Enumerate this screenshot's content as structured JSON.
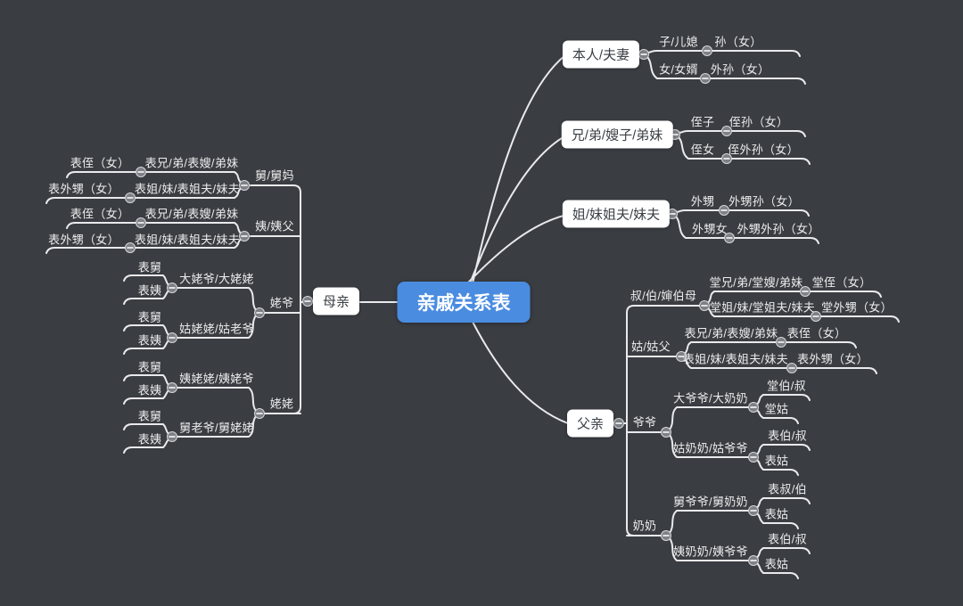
{
  "canvas": {
    "bg": "#3a3d42",
    "line_color": "#e9eaec",
    "node_bg": "#ffffff",
    "node_text": "#3c4045",
    "accent": "#4a8ce0",
    "label_text": "#eceded"
  },
  "root": {
    "label": "亲戚关系表"
  },
  "left": {
    "node": {
      "label": "母亲"
    },
    "uncle": {
      "label": "舅/舅妈",
      "rows": [
        {
          "mid": "表兄/弟/表嫂/弟妹",
          "leaf": "表侄（女）"
        },
        {
          "mid": "表姐/妹/表姐夫/妹夫",
          "leaf": "表外甥（女）"
        }
      ]
    },
    "aunt": {
      "label": "姨/姨父",
      "rows": [
        {
          "mid": "表兄/弟/表嫂/弟妹",
          "leaf": "表侄（女）"
        },
        {
          "mid": "表姐/妹/表姐夫/妹夫",
          "leaf": "表外甥（女）"
        }
      ]
    },
    "grandpa": {
      "label": "姥爷",
      "subs": [
        {
          "label": "大姥爷/大姥姥",
          "children": [
            {
              "label": "表舅"
            },
            {
              "label": "表姨"
            }
          ]
        },
        {
          "label": "姑姥姥/姑老爷",
          "children": [
            {
              "label": "表舅"
            },
            {
              "label": "表姨"
            }
          ]
        }
      ]
    },
    "grandma": {
      "label": "姥姥",
      "subs": [
        {
          "label": "姨姥姥/姨姥爷",
          "children": [
            {
              "label": "表舅"
            },
            {
              "label": "表姨"
            }
          ]
        },
        {
          "label": "舅老爷/舅姥姥",
          "children": [
            {
              "label": "表舅"
            },
            {
              "label": "表姨"
            }
          ]
        }
      ]
    }
  },
  "right": {
    "self": {
      "label": "本人/夫妻",
      "rows": [
        {
          "mid": "子/儿媳",
          "leaf": "孙（女）"
        },
        {
          "mid": "女/女婿",
          "leaf": "外孙（女）"
        }
      ]
    },
    "brother": {
      "label": "兄/弟/嫂子/弟妹",
      "rows": [
        {
          "mid": "侄子",
          "leaf": "侄孙（女）"
        },
        {
          "mid": "侄女",
          "leaf": "侄外孙（女）"
        }
      ]
    },
    "sister": {
      "label": "姐/妹姐夫/妹夫",
      "rows": [
        {
          "mid": "外甥",
          "leaf": "外甥孙（女）"
        },
        {
          "mid": "外甥女",
          "leaf": "外甥外孙（女）"
        }
      ]
    },
    "father": {
      "label": "父亲",
      "uncle": {
        "label": "叔/伯/婶伯母",
        "rows": [
          {
            "mid": "堂兄/弟/堂嫂/弟妹",
            "leaf": "堂侄（女）"
          },
          {
            "mid": "堂姐/妹/堂姐夫/妹夫",
            "leaf": "堂外甥（女）"
          }
        ]
      },
      "aunt": {
        "label": "姑/姑父",
        "rows": [
          {
            "mid": "表兄/弟/表嫂/弟妹",
            "leaf": "表侄（女）"
          },
          {
            "mid": "表姐/妹/表姐夫/妹夫",
            "leaf": "表外甥（女）"
          }
        ]
      },
      "grandpa": {
        "label": "爷爷",
        "subs": [
          {
            "label": "大爷爷/大奶奶",
            "children": [
              {
                "label": "堂伯/叔"
              },
              {
                "label": "堂姑"
              }
            ]
          },
          {
            "label": "姑奶奶/姑爷爷",
            "children": [
              {
                "label": "表伯/叔"
              },
              {
                "label": "表姑"
              }
            ]
          }
        ]
      },
      "grandma": {
        "label": "奶奶",
        "subs": [
          {
            "label": "舅爷爷/舅奶奶",
            "children": [
              {
                "label": "表叔/伯"
              },
              {
                "label": "表姑"
              }
            ]
          },
          {
            "label": "姨奶奶/姨爷爷",
            "children": [
              {
                "label": "表伯/叔"
              },
              {
                "label": "表姑"
              }
            ]
          }
        ]
      }
    }
  }
}
